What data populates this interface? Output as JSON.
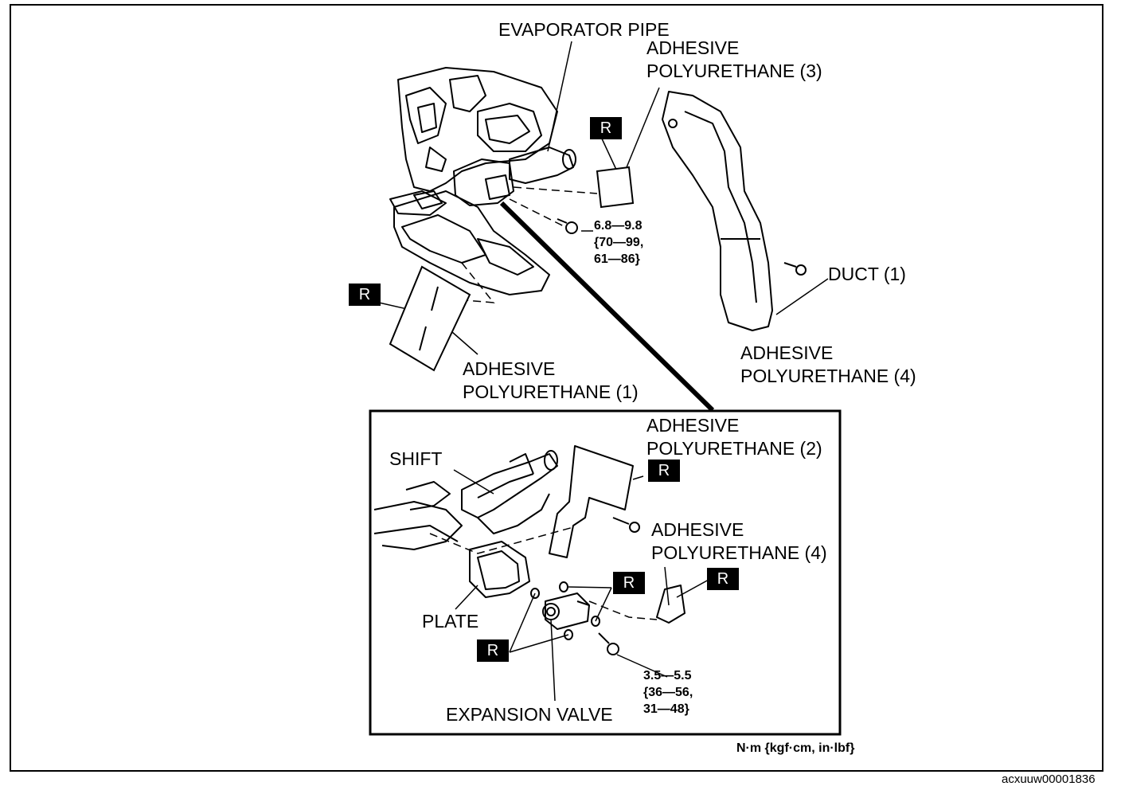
{
  "labels": {
    "evaporator_pipe": "EVAPORATOR PIPE",
    "adhesive_3_line1": "ADHESIVE",
    "adhesive_3_line2": "POLYURETHANE (3)",
    "adhesive_1_line1": "ADHESIVE",
    "adhesive_1_line2": "POLYURETHANE (1)",
    "duct": "DUCT (1)",
    "adhesive_4_top_line1": "ADHESIVE",
    "adhesive_4_top_line2": "POLYURETHANE (4)",
    "adhesive_2_line1": "ADHESIVE",
    "adhesive_2_line2": "POLYURETHANE (2)",
    "shift": "SHIFT",
    "adhesive_4_inset_line1": "ADHESIVE",
    "adhesive_4_inset_line2": "POLYURETHANE (4)",
    "plate": "PLATE",
    "expansion_valve": "EXPANSION VALVE"
  },
  "torque": {
    "upper": "6.8—9.8\n{70—99,\n61—86}",
    "lower": "3.5—5.5\n{36—56,\n31—48}"
  },
  "replace_mark": "R",
  "units": "N·m {kgf·cm, in·lbf}",
  "document_id": "acxuuw00001836"
}
